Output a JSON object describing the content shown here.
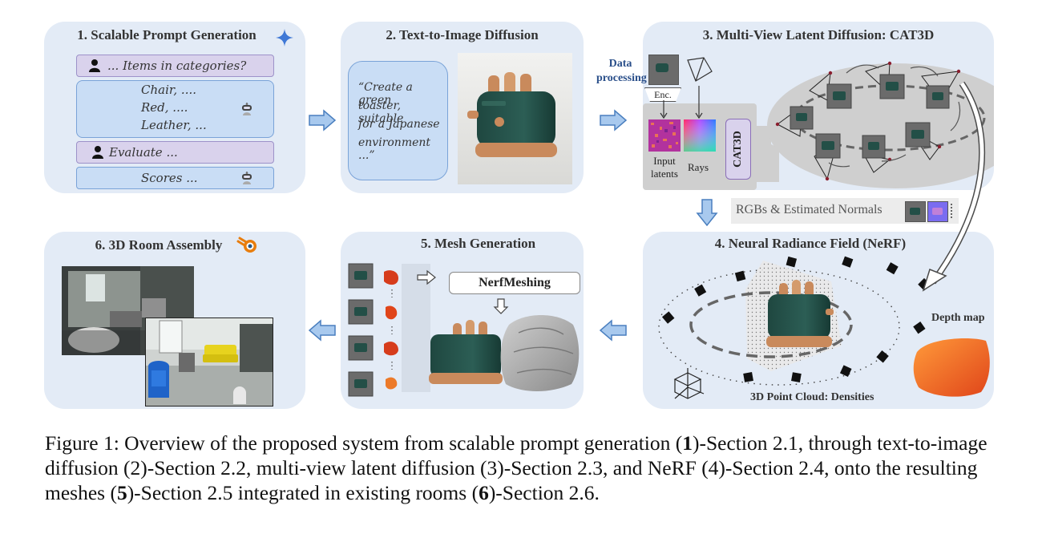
{
  "panels": {
    "p1": {
      "title": "1. Scalable Prompt Generation",
      "row1": "... Items in categories?",
      "items": [
        "Chair, ....",
        "Red, ....",
        "Leather, ..."
      ],
      "row3": "Evaluate ...",
      "row4": "Scores ..."
    },
    "p2": {
      "title": "2. Text-to-Image Diffusion",
      "prompt_lines": [
        "“Create a green",
        "toaster, suitable",
        "for a Japanese",
        "environment ...”"
      ]
    },
    "p3": {
      "title": "3. Multi-View Latent Diffusion: CAT3D",
      "data_processing": [
        "Data",
        "processing"
      ],
      "enc": "Enc.",
      "input_latents": [
        "Input",
        "latents"
      ],
      "rays": "Rays",
      "cat3d": "CAT3D"
    },
    "rgbs_label": "RGBs & Estimated Normals",
    "p4": {
      "title": "4. Neural Radiance Field (NeRF)",
      "depth_map": "Depth map",
      "point_cloud": "3D Point Cloud: Densities"
    },
    "p5": {
      "title": "5. Mesh Generation",
      "nerfmeshing": "NerfMeshing"
    },
    "p6": {
      "title": "6. 3D Room Assembly"
    }
  },
  "colors": {
    "panel_bg": "#e3ebf6",
    "purple_row": "#d9d2ec",
    "blue_row": "#c9ddf5",
    "arrow_fill": "#a8c9ee",
    "arrow_stroke": "#4a7fbf",
    "toaster_green": "#234f47",
    "toaster_wood": "#c98a5c"
  },
  "icons": [
    "person-icon",
    "robot-icon",
    "sparkle-icon",
    "blender-icon",
    "camera-icon",
    "axis-icon"
  ],
  "caption": {
    "prefix": "Figure 1: Overview of the proposed system from scalable prompt generation (",
    "n1": "1",
    "t1": ")-Section 2.1, through text-to-image diffusion (2)-Section 2.2, multi-view latent diffusion (3)-Section 2.3, and NeRF (4)-Section 2.4, onto the resulting meshes (",
    "n5": "5",
    "t5": ")-Section 2.5 integrated in existing rooms (",
    "n6": "6",
    "t6": ")-Section 2.6."
  }
}
